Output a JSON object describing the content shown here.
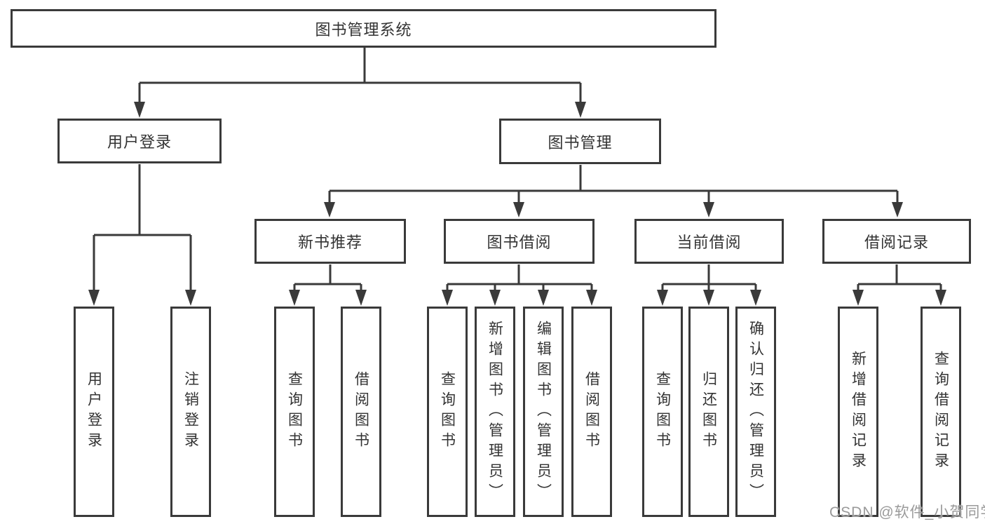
{
  "diagram": {
    "root": {
      "label": "图书管理系统"
    },
    "branches": [
      {
        "label": "用户登录",
        "children": [
          {
            "label": "用户登录"
          },
          {
            "label": "注销登录"
          }
        ]
      },
      {
        "label": "图书管理",
        "children": [
          {
            "label": "新书推荐",
            "children": [
              {
                "label": "查询图书"
              },
              {
                "label": "借阅图书"
              }
            ]
          },
          {
            "label": "图书借阅",
            "children": [
              {
                "label": "查询图书"
              },
              {
                "label": "新增图书（管理员）"
              },
              {
                "label": "编辑图书（管理员）"
              },
              {
                "label": "借阅图书"
              }
            ]
          },
          {
            "label": "当前借阅",
            "children": [
              {
                "label": "查询图书"
              },
              {
                "label": "归还图书"
              },
              {
                "label": "确认归还（管理员）"
              }
            ]
          },
          {
            "label": "借阅记录",
            "children": [
              {
                "label": "新增借阅记录"
              },
              {
                "label": "查询借阅记录"
              }
            ]
          }
        ]
      }
    ]
  },
  "watermark": {
    "text": "CSDN @软件_小贺同学"
  },
  "colors": {
    "line": "#3a3a3a",
    "text": "#333333",
    "background": "#ffffff",
    "watermark": "#9a9a9a"
  }
}
